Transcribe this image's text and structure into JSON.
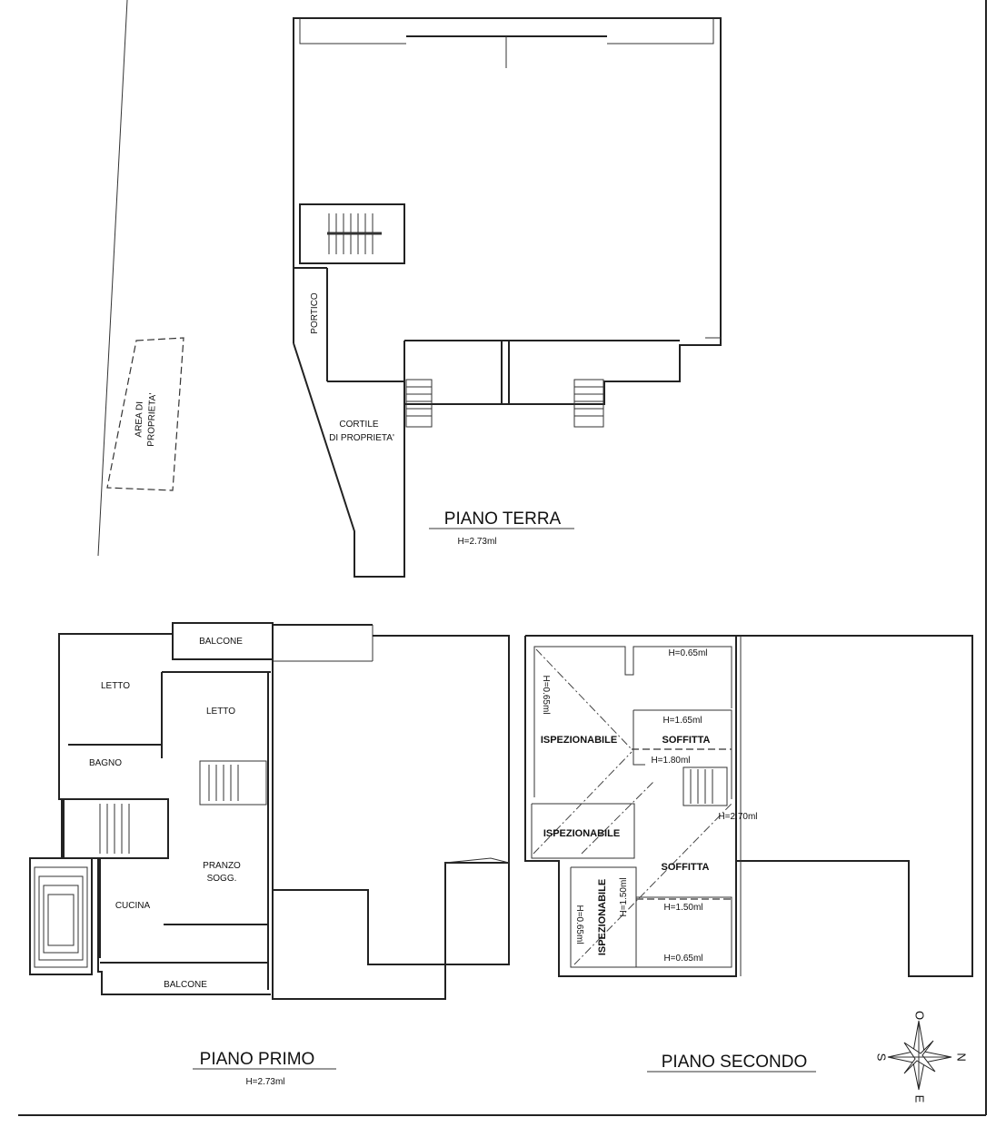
{
  "ground_floor": {
    "title": "PIANO TERRA",
    "height": "H=2.73ml",
    "labels": {
      "portico": "PORTICO",
      "courtyard_1": "CORTILE",
      "courtyard_2": "DI PROPRIETA'"
    }
  },
  "property_area": {
    "line1": "AREA DI",
    "line2": "PROPRIETA'"
  },
  "first_floor": {
    "title": "PIANO PRIMO",
    "height": "H=2.73ml",
    "rooms": {
      "balcone_top": "BALCONE",
      "letto_1": "LETTO",
      "letto_2": "LETTO",
      "bagno": "BAGNO",
      "pranzo_1": "PRANZO",
      "pranzo_2": "SOGG.",
      "cucina": "CUCINA",
      "balcone_bottom": "BALCONE"
    }
  },
  "second_floor": {
    "title": "PIANO SECONDO",
    "rooms": {
      "isp_1": "ISPEZIONABILE",
      "isp_2": "ISPEZIONABILE",
      "isp_3": "ISPEZIONABILE",
      "soffitta_1": "SOFFITTA",
      "soffitta_2": "SOFFITTA"
    },
    "heights": {
      "h_top_right": "H=0.65ml",
      "h_left_vertical": "H=0.65ml",
      "h_soffitta_top": "H=1.65ml",
      "h_center": "H=1.80ml",
      "h_stairs": "H=2.70ml",
      "h_left_vert_2": "H=1.50ml",
      "h_isp3": "H=0.65ml",
      "h_mid": "H=1.50ml",
      "h_bottom": "H=0.65ml"
    }
  },
  "compass": {
    "north": "N",
    "south": "S",
    "east": "E",
    "west": "O"
  }
}
